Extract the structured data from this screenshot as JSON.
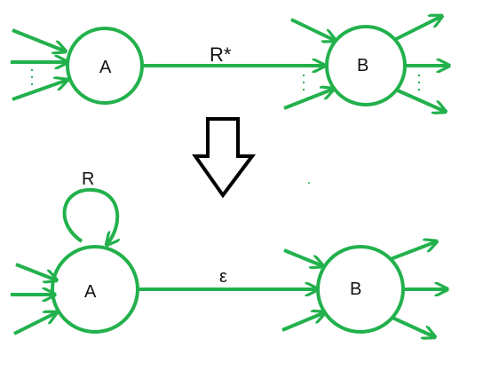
{
  "colors": {
    "stroke": "#22b14c",
    "arrow": "#000000",
    "text": "#111111"
  },
  "top": {
    "state_a": "A",
    "state_b": "B",
    "transition_label": "R*"
  },
  "transform_arrow_icon": "down-arrow-icon",
  "bottom": {
    "state_a": "A",
    "state_b": "B",
    "self_loop_label": "R",
    "transition_label": "ε"
  }
}
